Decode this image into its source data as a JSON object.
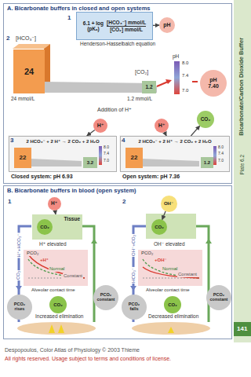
{
  "diagram": {
    "nodes": [
      {
        "text": [
          "A. Bicarbonate buffers in closed and open systems"
        ]
      },
      {
        "text": [
          "6.1 + log",
          "(pKₐ)",
          "[HCO₃⁻] mmol/L",
          "[CO₂] mmol/L"
        ],
        "in": 0
      },
      {
        "text": [
          "pH"
        ],
        "in": 0
      },
      {
        "text": [
          "24"
        ],
        "in": 0
      },
      {
        "text": [
          "1.2"
        ],
        "in": 0
      },
      {
        "text": [
          "pH",
          "7.40"
        ],
        "in": 0
      },
      {
        "text": [
          "H⁺"
        ],
        "in": 0
      },
      {
        "text": [
          "H⁺"
        ],
        "in": 0
      },
      {
        "text": [
          "CO₂"
        ],
        "in": 0
      },
      {
        "text": [
          "2 HCO₃⁻ + 2 H⁺ → 2 CO₂ + 2 H₂O"
        ],
        "in": 0
      },
      {
        "text": [
          "22"
        ],
        "in": 9
      },
      {
        "text": [
          "3.2"
        ],
        "in": 9
      },
      {
        "text": [
          "2 HCO₃⁻ + 2 H⁺ → 2 CO₂ + 2 H₂O"
        ],
        "in": 0
      },
      {
        "text": [
          "22"
        ],
        "in": 12
      },
      {
        "text": [
          "1.2"
        ],
        "in": 12
      },
      {
        "text": [
          "B. Bicarbonate buffers in blood (open system)"
        ]
      },
      {
        "text": [
          "H⁺"
        ],
        "in": 15
      },
      {
        "text": [
          "Tissue"
        ],
        "in": 15
      },
      {
        "text": [
          "CO₂"
        ],
        "in": 17
      },
      {
        "text": [
          "CO₂"
        ],
        "in": 15
      },
      {
        "text": [
          "PCO₂ rises"
        ],
        "in": 15
      },
      {
        "text": [
          "PCO₂ constant"
        ],
        "in": 15
      },
      {
        "text": [
          "OH⁻"
        ],
        "in": 15
      },
      {
        "text": [
          "CO₂"
        ],
        "in": 15
      },
      {
        "text": [
          "CO₂"
        ],
        "in": 15
      },
      {
        "text": [
          "PCO₂ falls"
        ],
        "in": 15
      },
      {
        "text": [
          "PCO₂ constant"
        ],
        "in": 15
      }
    ],
    "edges": [
      {
        "from": 1,
        "to": 2,
        "arrow": "to"
      },
      {
        "from": 6,
        "to": 9,
        "arrow": "to"
      },
      {
        "from": 7,
        "to": 12,
        "arrow": "to"
      },
      {
        "from": 12,
        "to": 8,
        "arrow": "to"
      },
      {
        "from": 16,
        "to": 17,
        "arrow": "to"
      },
      {
        "from": 22,
        "to": 23,
        "arrow": "to"
      }
    ],
    "labels": [
      "1",
      "Henderson-Hasselbalch equation",
      "2",
      "[HCO₃⁻]",
      "24 mmol/L",
      "[CO₂]",
      "1.2 mmol/L",
      "pH",
      "8.0",
      "7.4",
      "7.0",
      "Addition of H⁺",
      "3",
      "8.0",
      "7.4",
      "7.0",
      "Closed system: pH 6.93",
      "4",
      "8.0",
      "7.4",
      "7.0",
      "Open system: pH 7.36",
      "Bicarbonate/Carbon Dioxide Buffer",
      "Plate 6.2",
      "1",
      "H⁺ elevated",
      "H⁺+HCO₃⁻",
      "CO₂",
      "PCO₂",
      "+H⁺",
      "Normal",
      "Constant",
      "Alveolar contact time",
      "Increased elimination",
      "2",
      "OH⁻ elevated",
      "OH⁻+CO₂",
      "HCO₃⁻",
      "PCO₂",
      "+OH⁻",
      "Normal",
      "Constant",
      "Alveolar contact time",
      "Decreased elimination",
      "141",
      "Despopoulos, Color Atlas of Physiology © 2003 Thieme",
      "All rights reserved. Usage subject to terms and conditions of license."
    ]
  }
}
